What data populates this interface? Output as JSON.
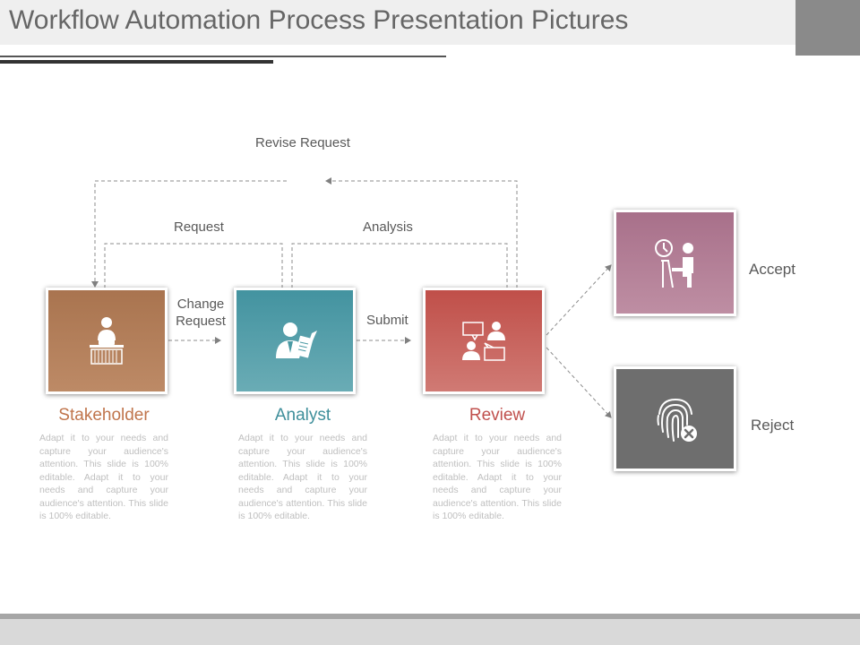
{
  "title": "Workflow Automation Process Presentation Pictures",
  "flow_labels": {
    "revise_request": "Revise Request",
    "request": "Request",
    "analysis": "Analysis",
    "change_request_line1": "Change",
    "change_request_line2": "Request",
    "submit": "Submit"
  },
  "steps": [
    {
      "heading": "Stakeholder",
      "color": "#b07a58",
      "icon": "person-at-desk-icon",
      "text": "Adapt it to your needs and capture your audience's attention. This slide is 100% editable. Adapt it to your needs and capture your audience's attention. This slide is 100% editable."
    },
    {
      "heading": "Analyst",
      "color": "#4b9aa4",
      "icon": "person-with-clipboard-icon",
      "text": "Adapt it to your needs and capture your audience's attention. This slide is 100% editable. Adapt it to your needs and capture your audience's attention. This slide is 100% editable."
    },
    {
      "heading": "Review",
      "color": "#c85c56",
      "icon": "people-discussion-icon",
      "text": "Adapt it to your needs and capture your audience's attention. This slide is 100% editable. Adapt it to your needs and capture your audience's attention. This slide is 100% editable."
    }
  ],
  "outcomes": [
    {
      "label": "Accept",
      "color": "#b07a90",
      "icon": "person-with-clock-icon"
    },
    {
      "label": "Reject",
      "color": "#6e6e6e",
      "icon": "fingerprint-reject-icon"
    }
  ],
  "colors": {
    "stakeholder_heading": "#c0754c",
    "analyst_heading": "#3f8f9b",
    "review_heading": "#c0504d"
  }
}
